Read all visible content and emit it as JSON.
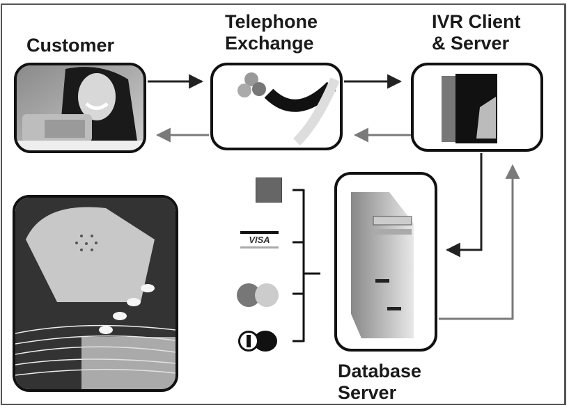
{
  "diagram": {
    "title": "IVR payment system flow",
    "nodes": {
      "customer": {
        "label": "Customer",
        "image": "woman-holding-credit-card"
      },
      "telephone_exchange": {
        "label": "Telephone\nExchange",
        "image": "telephone-cable"
      },
      "ivr": {
        "label": "IVR Client\n& Server",
        "image": "server-tower-dark"
      },
      "database": {
        "label": "Database\nServer",
        "image": "server-tower-light"
      },
      "phone_photo": {
        "image": "telephone-handset-keypad-fiber"
      }
    },
    "card_types": [
      {
        "name": "bank-card",
        "icon": "generic-card-icon"
      },
      {
        "name": "visa",
        "icon": "visa-logo-icon",
        "text": "VISA"
      },
      {
        "name": "mastercard",
        "icon": "mastercard-logo-icon"
      },
      {
        "name": "diners-club",
        "icon": "diners-club-logo-icon"
      }
    ],
    "edges": [
      {
        "from": "customer",
        "to": "telephone_exchange",
        "style": "dark"
      },
      {
        "from": "telephone_exchange",
        "to": "customer",
        "style": "gray"
      },
      {
        "from": "telephone_exchange",
        "to": "ivr",
        "style": "dark"
      },
      {
        "from": "ivr",
        "to": "telephone_exchange",
        "style": "gray"
      },
      {
        "from": "ivr",
        "to": "database",
        "style": "dark"
      },
      {
        "from": "database",
        "to": "ivr",
        "style": "gray"
      },
      {
        "from": "card_types",
        "to": "database",
        "style": "bracket"
      }
    ],
    "colors": {
      "dark": "#222222",
      "gray": "#7a7a7a",
      "border": "#111111"
    }
  }
}
